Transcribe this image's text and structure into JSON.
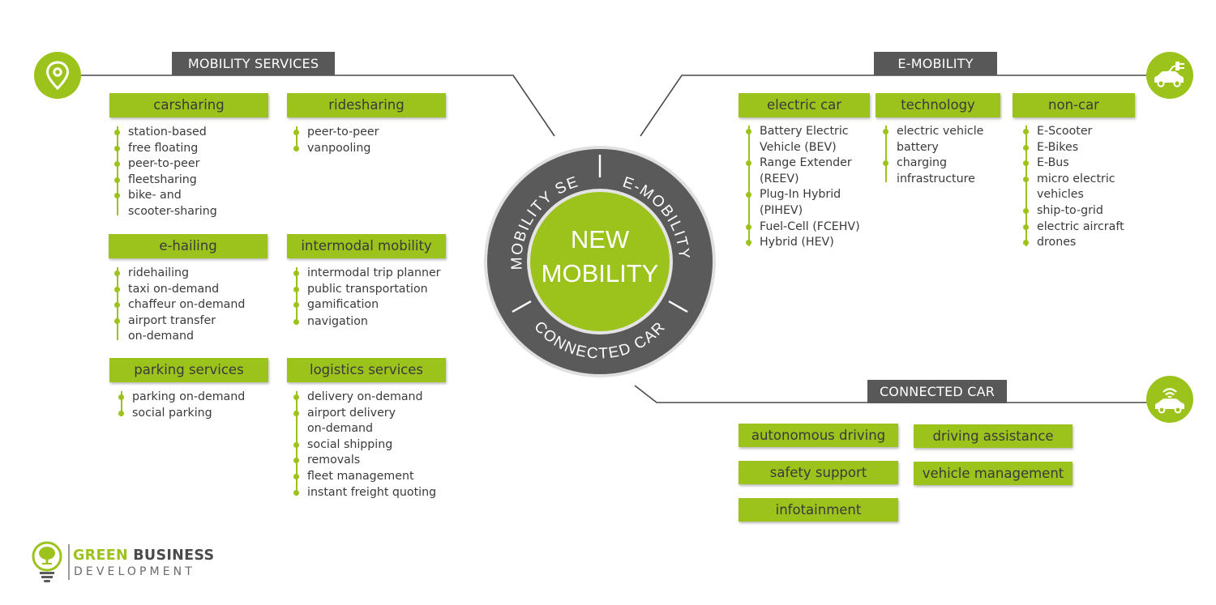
{
  "colors": {
    "accent": "#9cc31c",
    "dark": "#585858",
    "text": "#3a3a3a"
  },
  "center": {
    "title_line1": "NEW",
    "title_line2": "MOBILITY",
    "ring_labels": [
      "MOBILITY SERVICES",
      "E-MOBILITY",
      "CONNECTED CAR"
    ]
  },
  "mobility_services": {
    "tab": "MOBILITY SERVICES",
    "icon": "location-pin-icon",
    "groups": [
      {
        "title": "carsharing",
        "items": [
          "station-based",
          "free floating",
          "peer-to-peer",
          "fleetsharing",
          "bike- and",
          "scooter-sharing"
        ]
      },
      {
        "title": "ridesharing",
        "items": [
          "peer-to-peer",
          "vanpooling"
        ]
      },
      {
        "title": "e-hailing",
        "items": [
          "ridehailing",
          "taxi on-demand",
          "chaffeur on-demand",
          "airport transfer",
          "on-demand"
        ]
      },
      {
        "title": "intermodal mobility",
        "items": [
          "intermodal trip planner",
          "public transportation",
          "gamification",
          "navigation"
        ]
      },
      {
        "title": "parking services",
        "items": [
          "parking on-demand",
          "social parking"
        ]
      },
      {
        "title": "logistics services",
        "items": [
          "delivery on-demand",
          "airport delivery",
          "on-demand",
          "social shipping",
          "removals",
          "fleet management",
          "instant freight quoting"
        ]
      }
    ]
  },
  "e_mobility": {
    "tab": "E-MOBILITY",
    "icon": "electric-car-plug-icon",
    "groups": [
      {
        "title": "electric car",
        "items": [
          "Battery Electric",
          "Vehicle (BEV)",
          "Range Extender",
          "(REEV)",
          "Plug-In Hybrid",
          "(PIHEV)",
          "Fuel-Cell  (FCEHV)",
          "Hybrid (HEV)"
        ]
      },
      {
        "title": "technology",
        "items": [
          "electric vehicle",
          "battery",
          "charging",
          "infrastructure"
        ]
      },
      {
        "title": "non-car",
        "items": [
          "E-Scooter",
          "E-Bikes",
          "E-Bus",
          "micro electric",
          "vehicles",
          "ship-to-grid",
          "electric aircraft",
          "drones"
        ]
      }
    ]
  },
  "connected_car": {
    "tab": "CONNECTED CAR",
    "icon": "connected-car-wifi-icon",
    "items": [
      "autonomous driving",
      "driving assistance",
      "safety support",
      "vehicle management",
      "infotainment"
    ]
  },
  "logo": {
    "line1_green": "GREEN",
    "line1_dark": " BUSINESS",
    "line2": "DEVELOPMENT",
    "icon": "lightbulb-tree-icon"
  }
}
